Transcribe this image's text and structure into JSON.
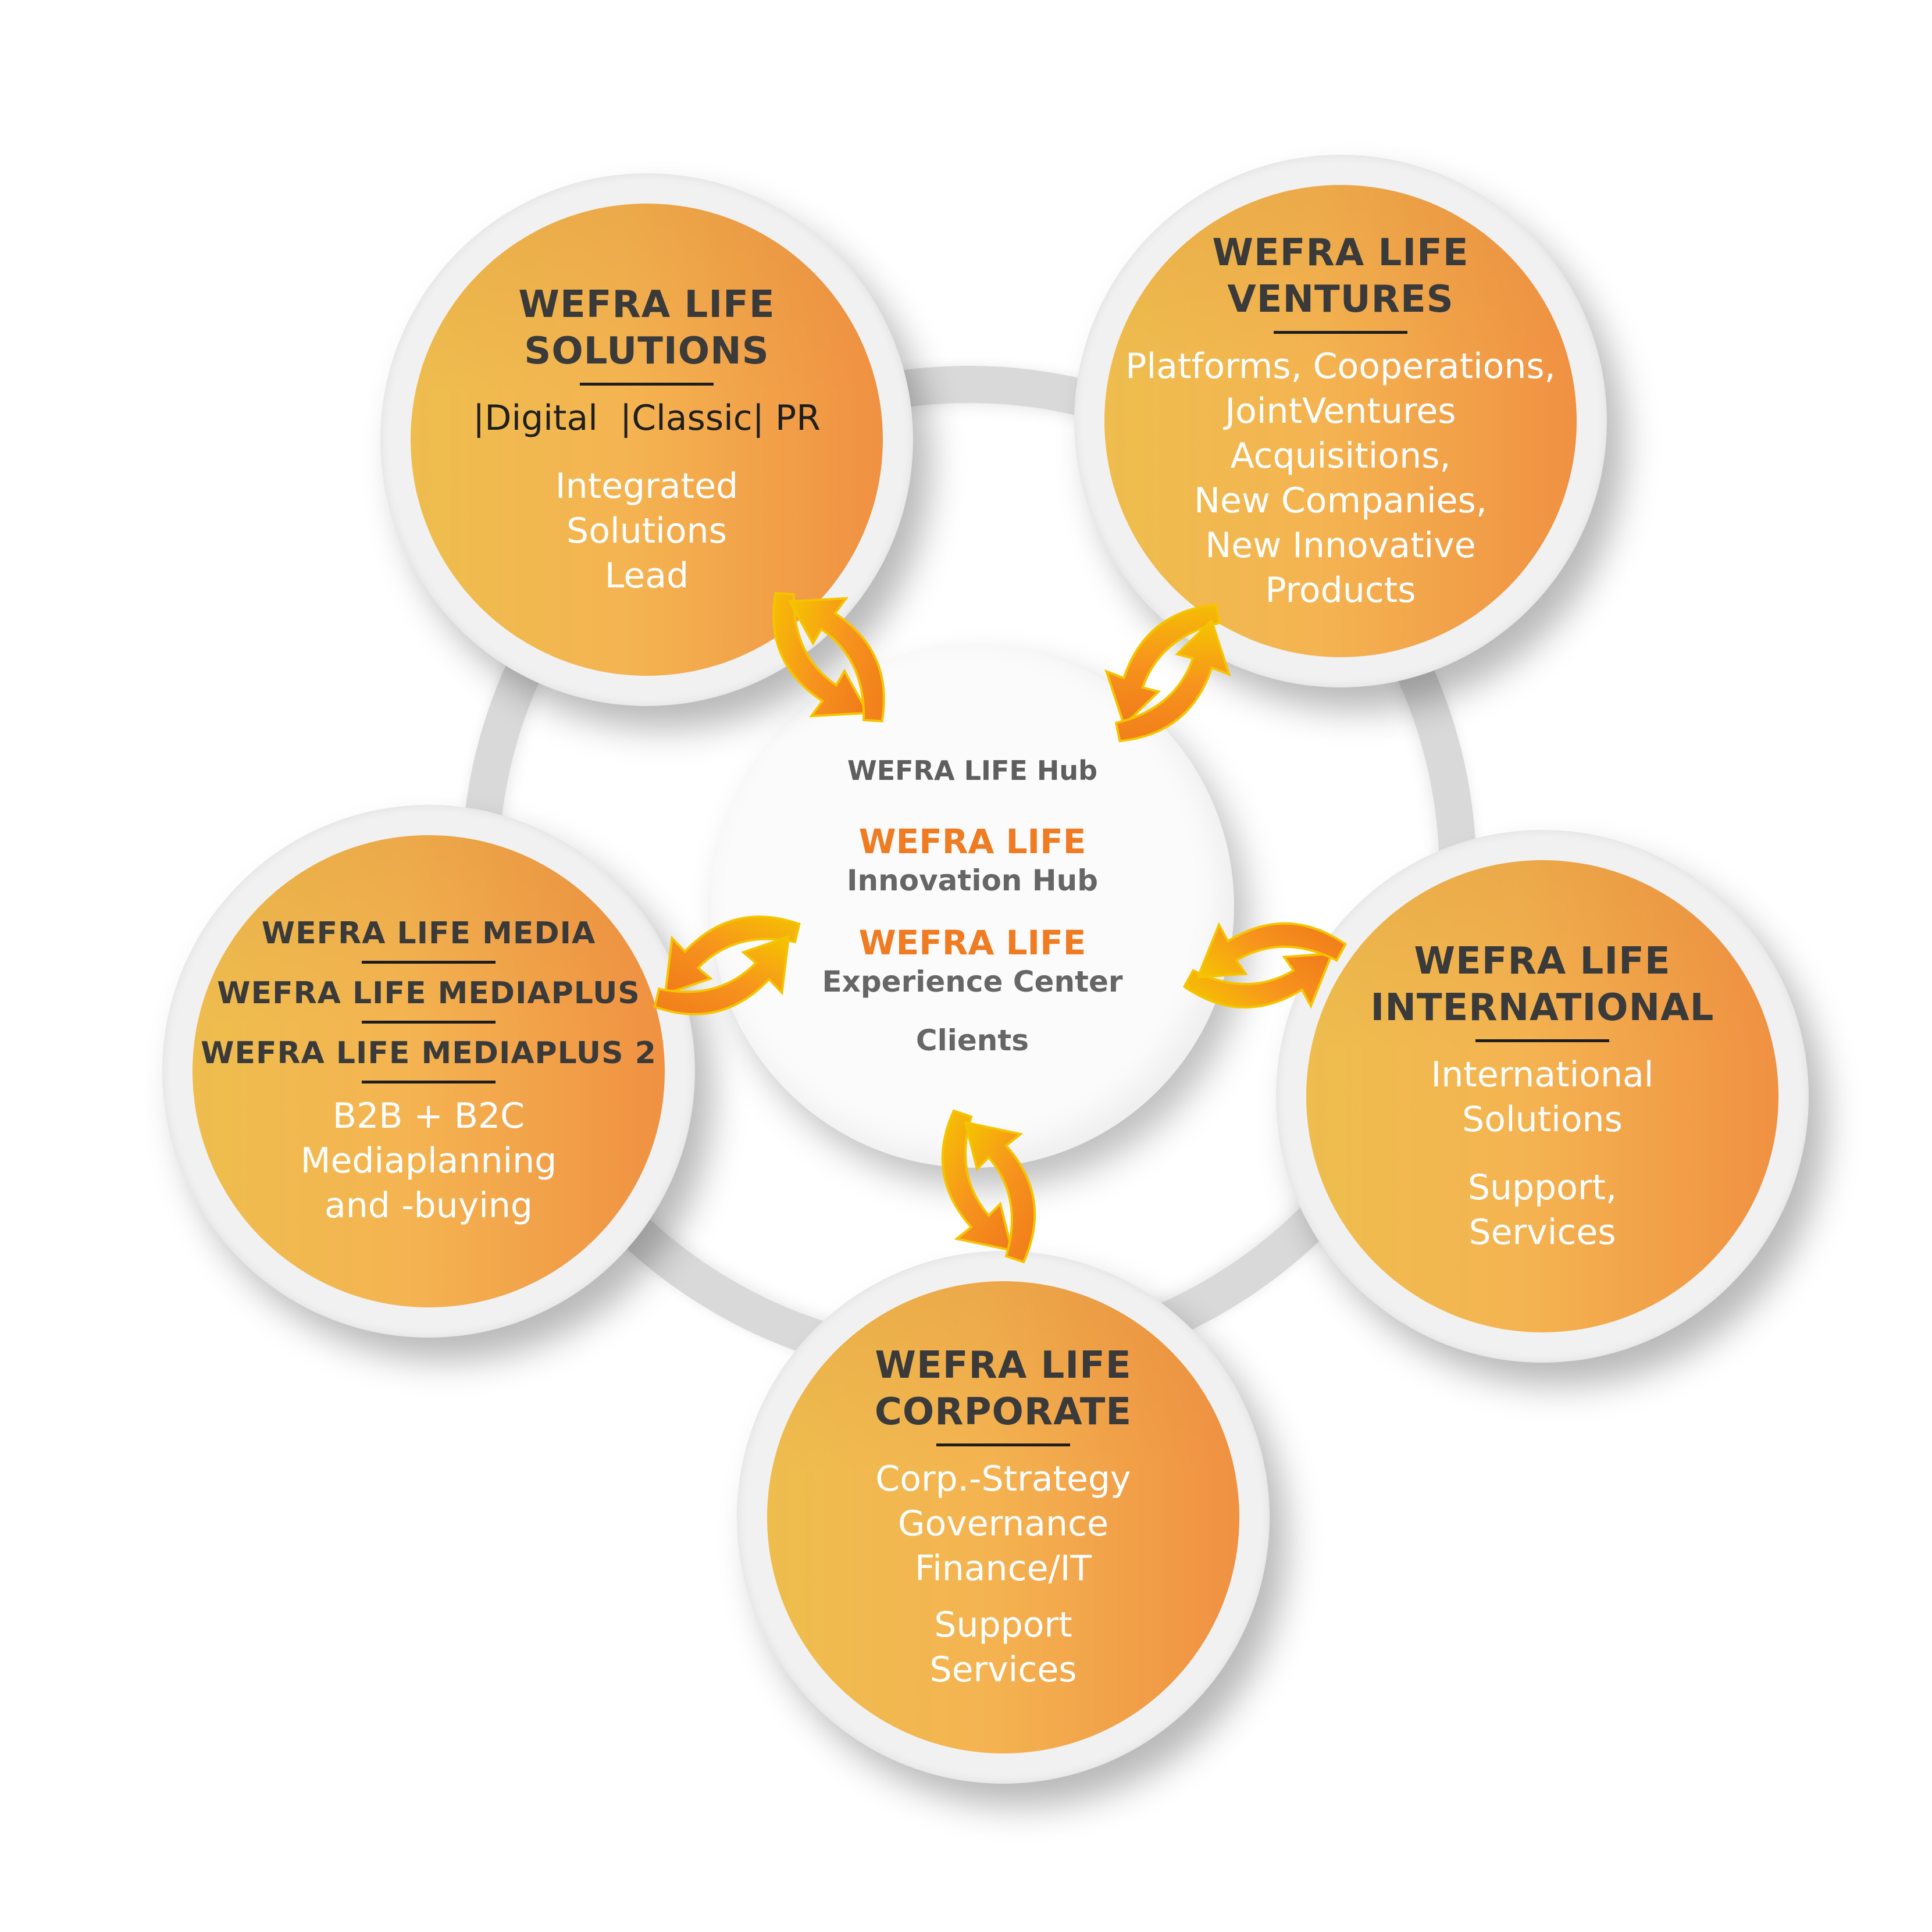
{
  "colors": {
    "orange_left": "#eebd4e",
    "orange_right": "#f09142",
    "heading_dark": "#3a3a3a",
    "hub_accent": "#ef7b22",
    "hub_gray": "#666666",
    "ring_gray": "#d9d9d9",
    "arrow_orange": "#f7941d",
    "arrow_yellow": "#f5c400"
  },
  "hub": {
    "title": "WEFRA LIFE Hub",
    "items": [
      {
        "brand": "WEFRA LIFE",
        "label": "Innovation Hub"
      },
      {
        "brand": "WEFRA LIFE",
        "label": "Experience Center"
      }
    ],
    "clients": "Clients"
  },
  "nodes": {
    "solutions": {
      "title_lines": [
        "WEFRA LIFE",
        "SOLUTIONS"
      ],
      "channels": "|Digital  |Classic| PR",
      "body_lines": [
        "Integrated",
        "Solutions",
        "Lead"
      ]
    },
    "ventures": {
      "title_lines": [
        "WEFRA LIFE",
        "VENTURES"
      ],
      "body_lines": [
        "Platforms, Cooperations,",
        "JointVentures",
        "Acquisitions,",
        "New Companies,",
        "New Innovative",
        "Products"
      ]
    },
    "media": {
      "titles": [
        "WEFRA LIFE MEDIA",
        "WEFRA LIFE MEDIAPLUS",
        "WEFRA LIFE MEDIAPLUS 2"
      ],
      "body_lines": [
        "B2B + B2C",
        "Mediaplanning",
        "and -buying"
      ]
    },
    "international": {
      "title_lines": [
        "WEFRA LIFE",
        "INTERNATIONAL"
      ],
      "body_lines": [
        "International",
        "Solutions"
      ],
      "body_lines_2": [
        "Support,",
        "Services"
      ]
    },
    "corporate": {
      "title_lines": [
        "WEFRA LIFE",
        "CORPORATE"
      ],
      "body_lines": [
        "Corp.-Strategy",
        "Governance",
        "Finance/IT"
      ],
      "body_lines_2": [
        "Support",
        "Services"
      ]
    }
  },
  "icons": {
    "exchange_arrows": "bidirectional-curved-arrows"
  }
}
